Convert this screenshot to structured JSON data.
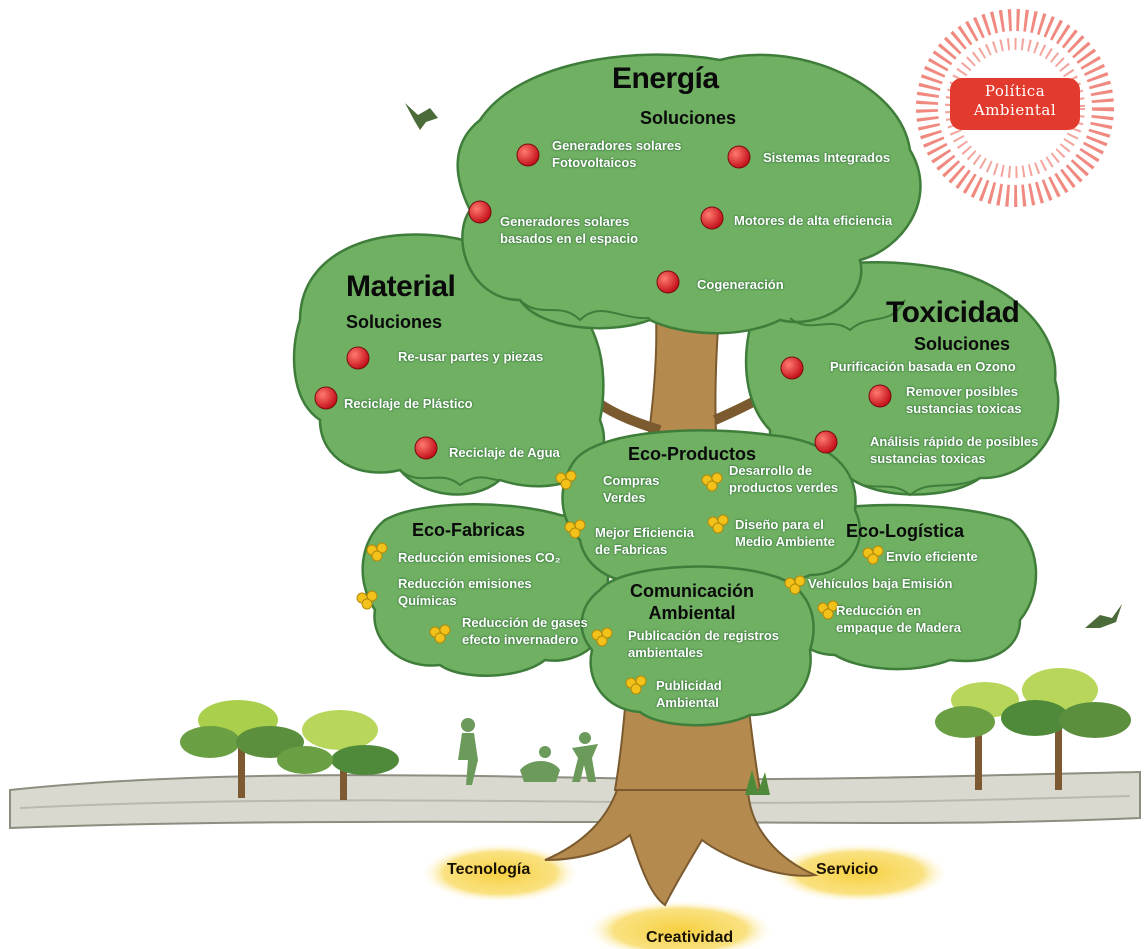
{
  "stamp": {
    "text": "Política\nAmbiental"
  },
  "energia": {
    "title": "Energía",
    "subtitle": "Soluciones",
    "items": [
      "Generadores solares\nFotovoltaicos",
      "Sistemas Integrados",
      "Generadores solares\nbasados en el espacio",
      "Motores de alta eficiencia",
      "Cogeneración"
    ]
  },
  "material": {
    "title": "Material",
    "subtitle": "Soluciones",
    "items": [
      "Re-usar partes y piezas",
      "Reciclaje de Plástico",
      "Reciclaje de Agua"
    ]
  },
  "toxicidad": {
    "title": "Toxicidad",
    "subtitle": "Soluciones",
    "items": [
      "Purificación basada en Ozono",
      "Remover posibles\nsustancias toxicas",
      "Análisis rápido de posibles\nsustancias toxicas"
    ]
  },
  "eco_productos": {
    "title": "Eco-Productos",
    "items": [
      "Compras\nVerdes",
      "Desarrollo de\nproductos verdes",
      "Mejor Eficiencia\nde Fabricas",
      "Diseño para el\nMedio Ambiente"
    ]
  },
  "eco_fabricas": {
    "title": "Eco-Fabricas",
    "items": [
      "Reducción emisiones CO₂",
      "Reducción emisiones\nQuímicas",
      "Reducción de gases\nefecto invernadero"
    ]
  },
  "eco_logistica": {
    "title": "Eco-Logística",
    "items": [
      "Envío eficiente",
      "Vehículos baja Emisión",
      "Reducción en\nempaque de Madera"
    ]
  },
  "comunicacion": {
    "title": "Comunicación\nAmbiental",
    "items": [
      "Publicación de registros\nambientales",
      "Publicidad\nAmbiental"
    ]
  },
  "roots": {
    "left": "Tecnología",
    "right": "Servicio",
    "bottom": "Creatividad"
  },
  "colors": {
    "foliage": "#6fb063",
    "foliage_dark": "#3f7d3a",
    "trunk": "#b58a4e",
    "apple": "#d61f26",
    "flower": "#f2c21b",
    "stamp": "#e23b2e",
    "glow": "#f6d040"
  }
}
